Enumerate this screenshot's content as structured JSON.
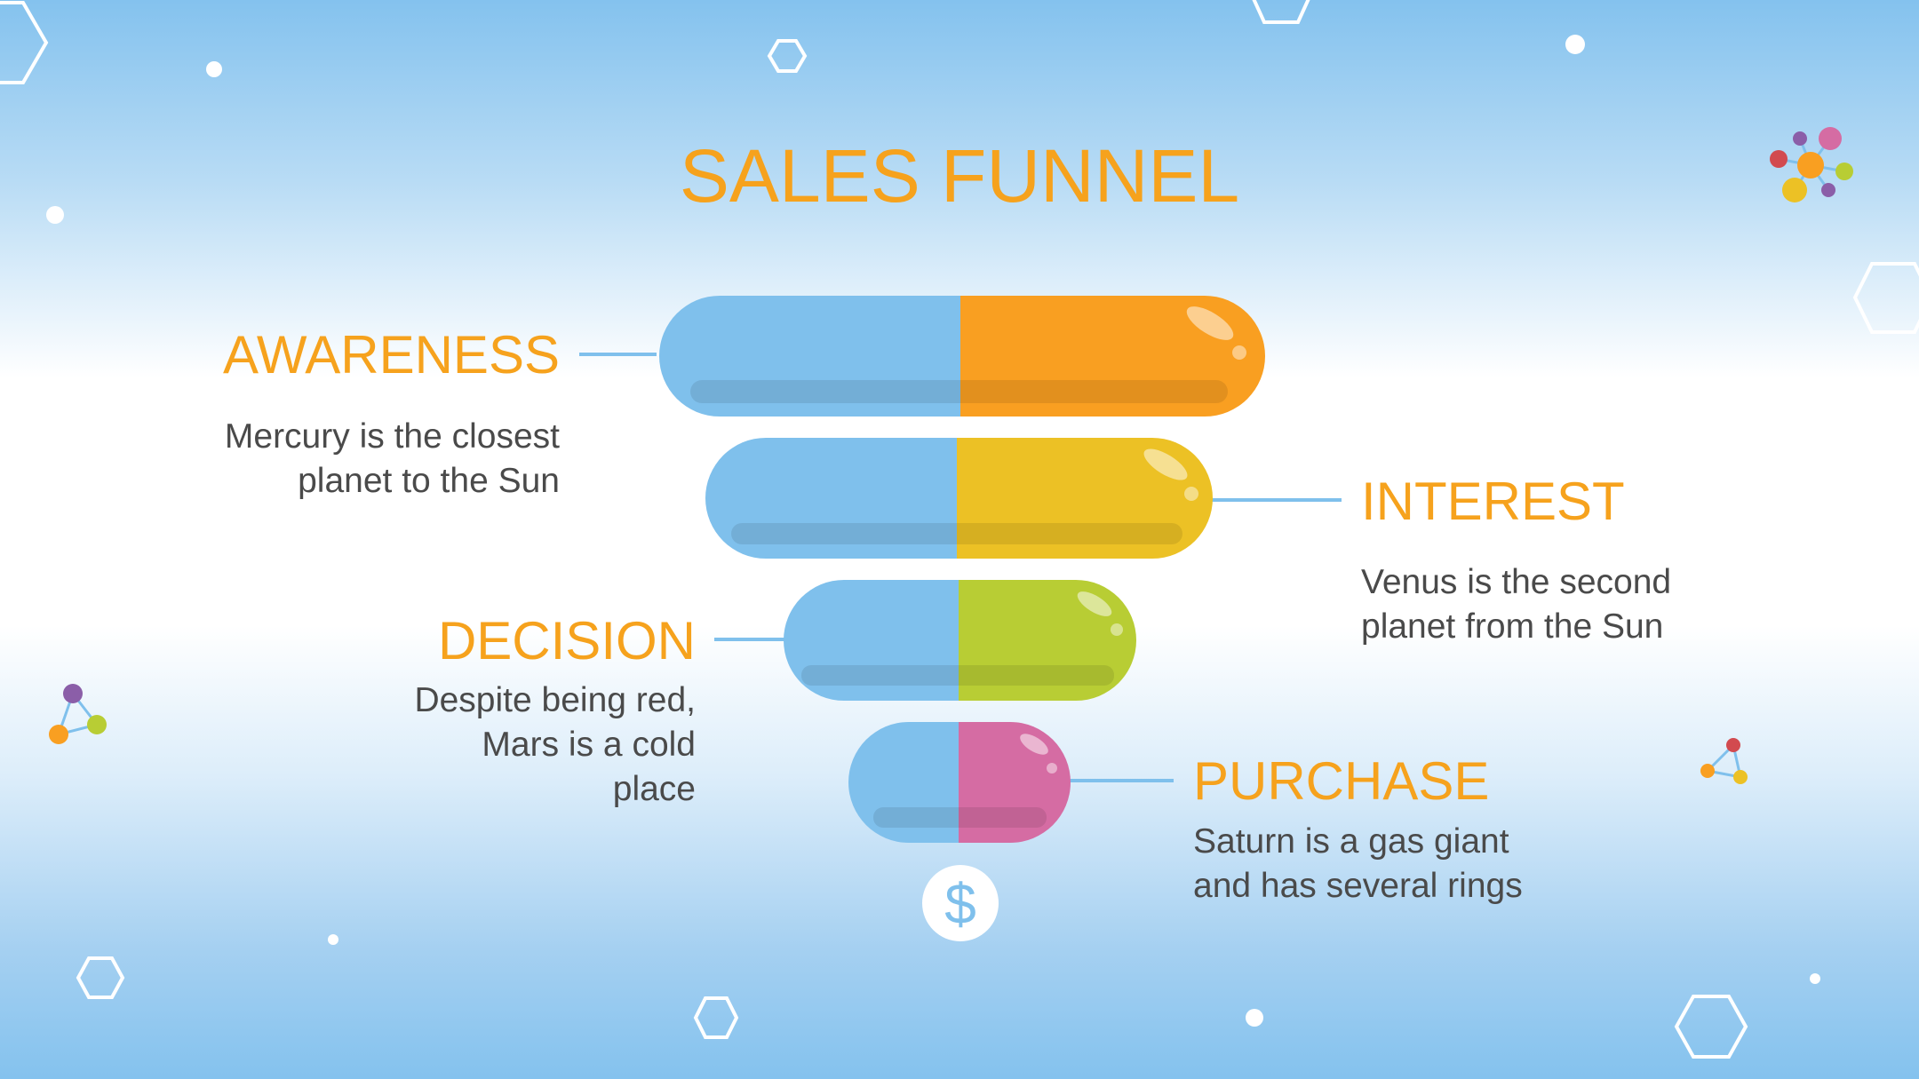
{
  "title": "SALES FUNNEL",
  "stages": [
    {
      "name": "AWARENESS",
      "description": "Mercury is the closest planet to the Sun",
      "color": "#f99f21"
    },
    {
      "name": "INTEREST",
      "description": "Venus is the second planet from the Sun",
      "color": "#ecc125"
    },
    {
      "name": "DECISION",
      "description": "Despite being red, Mars is a cold place",
      "color": "#b8cd34"
    },
    {
      "name": "PURCHASE",
      "description": "Saturn is a gas giant and has several rings",
      "color": "#d56ca3"
    }
  ],
  "colors": {
    "heading": "#f6a21d",
    "body_text": "#4a4a4a",
    "capsule_left": "#7fc0ec",
    "connector": "#7fc0ec"
  },
  "icons": {
    "base": "dollar-coin-icon"
  }
}
